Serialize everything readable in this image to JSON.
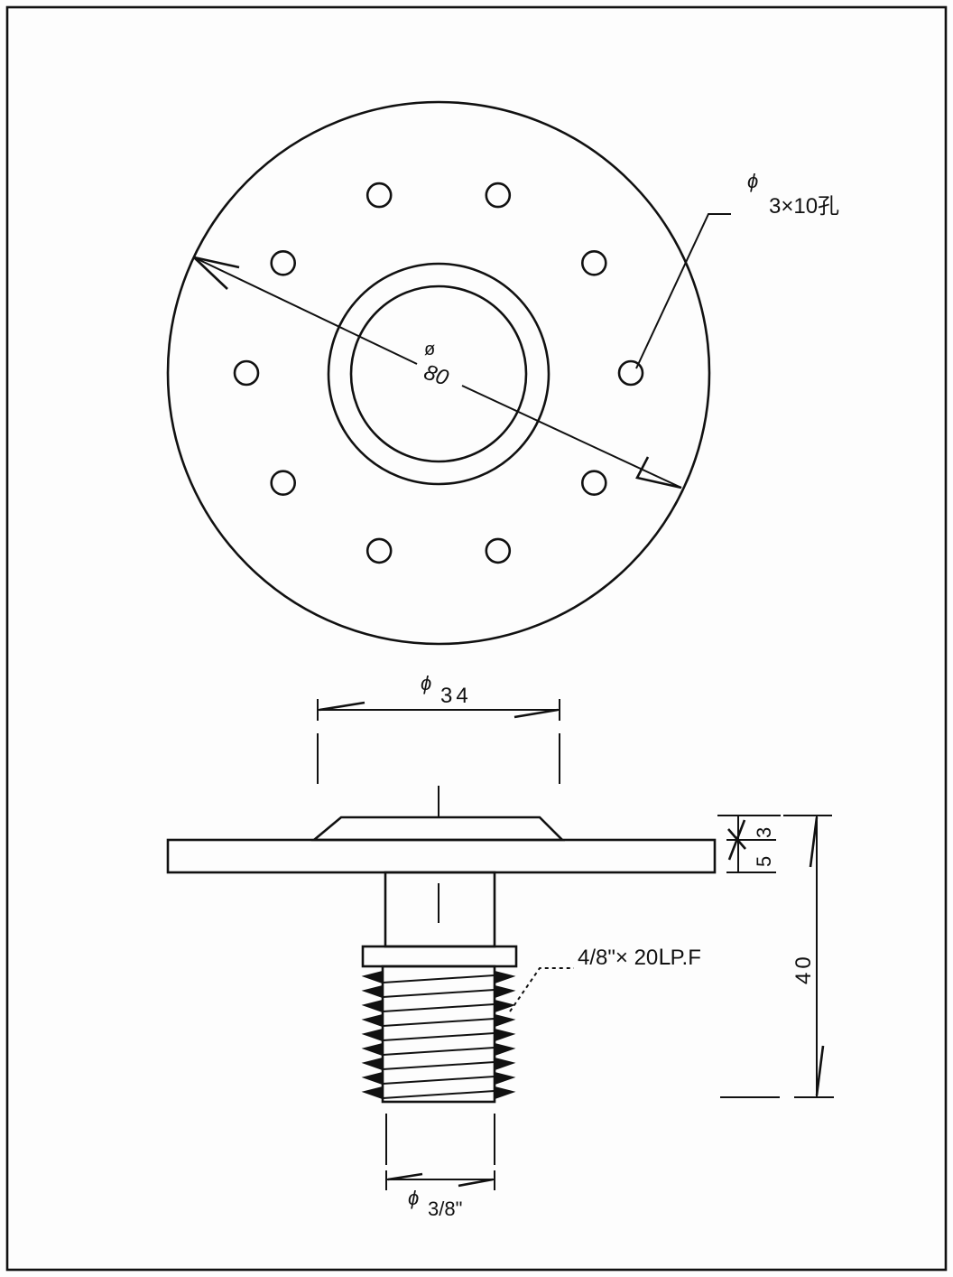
{
  "top_view": {
    "diameter_symbol": "ø",
    "diameter_value": "80",
    "holes_symbol": "ϕ",
    "holes_label": "3×10孔",
    "hole_count": 10
  },
  "side_view": {
    "boss_symbol": "ϕ",
    "boss_diameter": "34",
    "thread_label": "4/8\"× 20ᒪP.F",
    "dim_plate": "5",
    "dim_boss": "3",
    "dim_height": "40",
    "bore_symbol": "ϕ",
    "bore_diameter": "3/8\""
  }
}
